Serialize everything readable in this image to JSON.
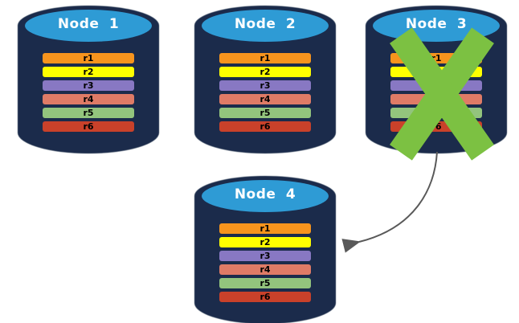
{
  "colors": {
    "cylinder_body": "#1B2B4B",
    "cylinder_outline": "#7B8794",
    "cylinder_top": "#2E9BD5",
    "node_label_text": "#FFFFFF",
    "row_text": "#000000",
    "failure_x": "#7CC142",
    "arrow": "#595959",
    "background": "#FFFFFF"
  },
  "nodes": [
    {
      "label": "Node 1",
      "failed": false
    },
    {
      "label": "Node 2",
      "failed": false
    },
    {
      "label": "Node 3",
      "failed": true
    },
    {
      "label": "Node 4",
      "failed": false
    }
  ],
  "replica_rows": [
    {
      "label": "r1",
      "color": "#F7941D"
    },
    {
      "label": "r2",
      "color": "#FFFF00"
    },
    {
      "label": "r3",
      "color": "#8878C3"
    },
    {
      "label": "r4",
      "color": "#DF7B66"
    },
    {
      "label": "r5",
      "color": "#93C47D"
    },
    {
      "label": "r6",
      "color": "#C9412A"
    }
  ],
  "failure": {
    "failed_node": "Node 3"
  },
  "arrow": {
    "from": "Node 3",
    "to": "Node 4"
  }
}
